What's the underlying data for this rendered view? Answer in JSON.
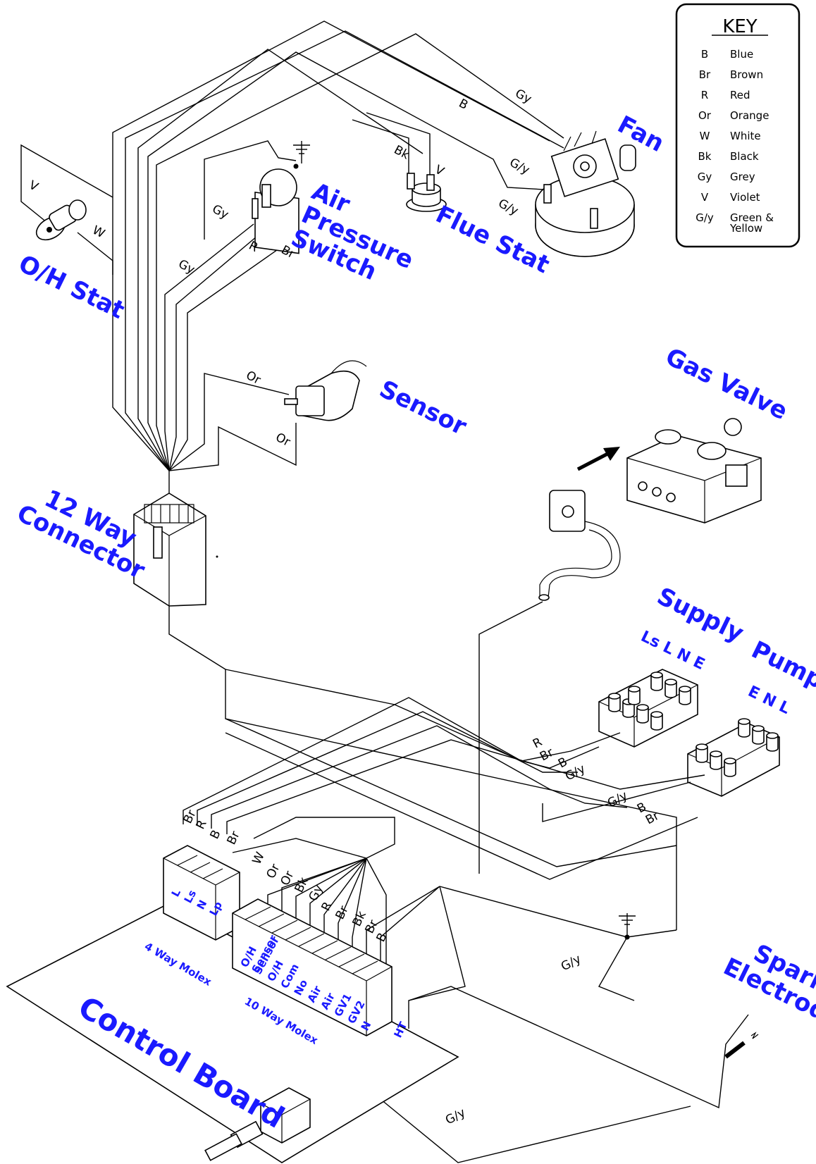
{
  "key": {
    "title": "KEY",
    "entries": [
      {
        "code": "B",
        "name": "Blue"
      },
      {
        "code": "Br",
        "name": "Brown"
      },
      {
        "code": "R",
        "name": "Red"
      },
      {
        "code": "Or",
        "name": "Orange"
      },
      {
        "code": "W",
        "name": "White"
      },
      {
        "code": "Bk",
        "name": "Black"
      },
      {
        "code": "Gy",
        "name": "Grey"
      },
      {
        "code": "V",
        "name": "Violet"
      },
      {
        "code": "G/y",
        "name": "Green &",
        "name2": "Yellow"
      }
    ]
  },
  "components": {
    "fan": "Fan",
    "air_pressure_switch": [
      "Air",
      "Pressure",
      "Switch"
    ],
    "flue_stat": "Flue Stat",
    "oh_stat": "O/H Stat",
    "sensor": "Sensor",
    "gas_valve": "Gas Valve",
    "connector_12way": [
      "12 Way",
      "Connector"
    ],
    "supply": "Supply",
    "supply_pins": "Ls L N E",
    "pump": "Pump",
    "pump_pins": "E N L",
    "spark_electrode": [
      "Spark",
      "Electrode"
    ],
    "control_board": "Control Board",
    "molex_4way": "4 Way Molex",
    "molex_4way_pins": [
      "L",
      "Ls",
      "N",
      "Lp"
    ],
    "molex_10way": "10 Way Molex",
    "molex_10way_pins": [
      "O/H",
      "Sensor",
      "Sensor",
      "O/H",
      "Com",
      "No",
      "Air",
      "Air",
      "GV1",
      "GV2",
      "N"
    ],
    "ht": "HT"
  },
  "wire_labels": {
    "gy_fan": "Gy",
    "b_fan": "B",
    "gy_fan2": "G/y",
    "gy_fan3": "G/y",
    "bk_flue": "Bk",
    "v_flue": "V",
    "v_oh": "V",
    "w_oh": "W",
    "gy_aps": "Gy",
    "gy_aps2": "Gy",
    "r_aps": "R",
    "br_aps": "Br",
    "or_sensor1": "Or",
    "or_sensor2": "Or",
    "r_supply": "R",
    "br_supply": "Br",
    "b_supply": "B",
    "gy_supply": "G/y",
    "gy_pump": "G/y",
    "b_pump": "B",
    "br_pump": "Br",
    "molex4_br": "Br",
    "molex4_r": "R",
    "molex4_b": "B",
    "molex4_br2": "Br",
    "m10_w": "W",
    "m10_or": "Or",
    "m10_or2": "Or",
    "m10_bk": "Bk",
    "m10_gy": "Gy",
    "m10_r": "R",
    "m10_br": "Br",
    "m10_bk2": "Bk",
    "m10_br2": "Br",
    "m10_b": "B",
    "gy_earth": "G/y",
    "gy_board": "G/y"
  },
  "colors": {
    "label_blue": "#1a1aff",
    "line": "#000000"
  }
}
